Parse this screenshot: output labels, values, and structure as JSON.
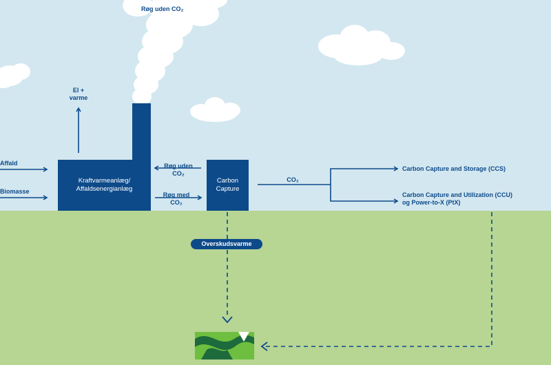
{
  "labels": {
    "smoke_top": "Røg uden CO₂",
    "el_varme_1": "El +",
    "el_varme_2": "varme",
    "affald": "Affald",
    "biomasse": "Biomasse",
    "plant_1": "Kraftvarmeanlæg/",
    "plant_2": "Affaldsenergianlæg",
    "rog_uden_1": "Røg uden",
    "rog_uden_2": "CO₂",
    "rog_med_1": "Røg med",
    "rog_med_2": "CO₂",
    "capture_1": "Carbon",
    "capture_2": "Capture",
    "co2": "CO₂",
    "ccs": "Carbon Capture and Storage (CCS)",
    "ccu_1": "Carbon Capture and Utilization (CCU)",
    "ccu_2": "og Power-to-X (PtX)",
    "overskudsvarme": "Overskudsvarme"
  },
  "colors": {
    "sky": "#d3e7f0",
    "ground": "#b7d593",
    "dark_blue": "#0d4a8a",
    "cloud": "#ffffff",
    "logo_green": "#6ebf3f",
    "logo_dark": "#1d6b3c"
  },
  "icons": {
    "logo": "district-heating-network-logo"
  }
}
